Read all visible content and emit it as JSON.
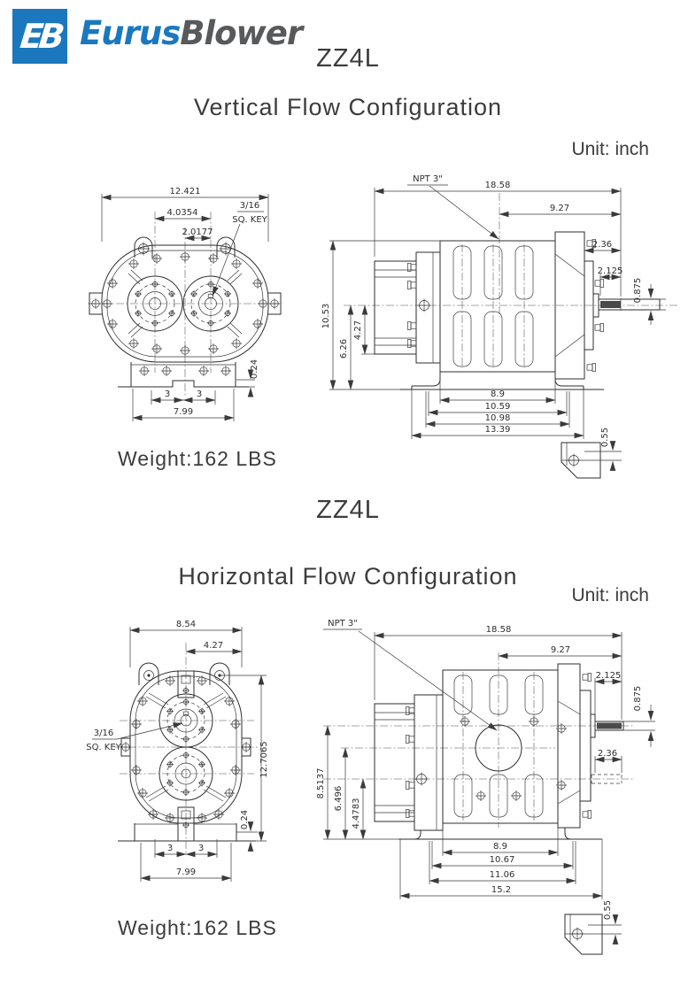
{
  "logo": {
    "mark": "EB",
    "brand_blue": "Eurus",
    "brand_gray": "Blower"
  },
  "vertical": {
    "model": "ZZ4L",
    "title": "Vertical Flow Configuration",
    "unit": "Unit:  inch",
    "weight": "Weight:162 LBS",
    "end_view": {
      "overall_width": "12.421",
      "shaft_spacing": "4.0354",
      "shaft_half_spacing": "2.0177",
      "key_size": "3/16",
      "key_label": "SQ. KEY",
      "base_step": "0.24",
      "bolt_span_left": "3",
      "bolt_span_right": "3",
      "base_width": "7.99"
    },
    "side_view": {
      "port": "NPT 3\"",
      "overall_length": "18.58",
      "port_to_end": "9.27",
      "shaft_clearance": "2.36",
      "shaft_length": "2.125",
      "shaft_diameter": "0.875",
      "overall_height": "10.53",
      "axis_to_base": "6.26",
      "axis_to_gearbox": "4.27",
      "foot_inner": "8.9",
      "foot_mid1": "10.59",
      "foot_mid2": "10.98",
      "foot_outer": "13.39",
      "bracket_hole": "0.55"
    }
  },
  "horizontal": {
    "model": "ZZ4L",
    "title": "Horizontal Flow Configuration",
    "unit": "Unit:  inch",
    "weight": "Weight:162 LBS",
    "end_view": {
      "overall_width": "8.54",
      "center_to_edge": "4.27",
      "overall_height": "12.7065",
      "key_size": "3/16",
      "key_label": "SQ. KEY",
      "base_step": "0.24",
      "bolt_span_left": "3",
      "bolt_span_right": "3",
      "base_width": "7.99"
    },
    "side_view": {
      "port": "NPT 3\"",
      "overall_length": "18.58",
      "port_to_end": "9.27",
      "shaft_length": "2.125",
      "shaft_diameter": "0.875",
      "shaft_clearance": "2.36",
      "axis_to_base": "8.5137",
      "port_axis_to_base": "6.496",
      "lower_axis_to_base": "4.4783",
      "foot_inner": "8.9",
      "foot_mid1": "10.67",
      "foot_mid2": "11.06",
      "foot_outer": "15.2",
      "bracket_hole": "0.55"
    }
  }
}
